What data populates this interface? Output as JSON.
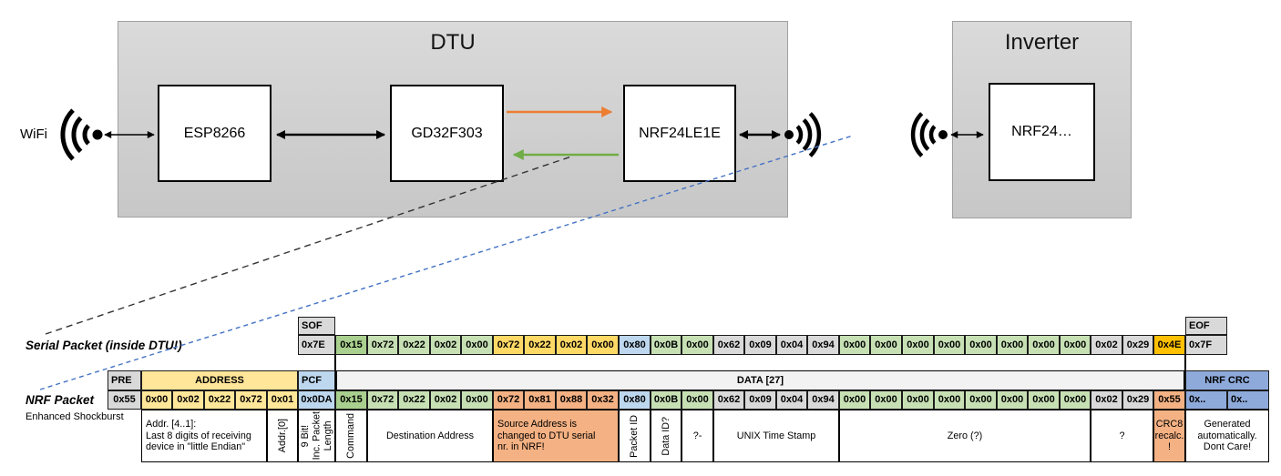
{
  "diagram": {
    "wifi_label": "WiFi",
    "dtu_title": "DTU",
    "esp_label": "ESP8266",
    "gd32_label": "GD32F303",
    "nrf_dtu_label": "NRF24LE1E",
    "inverter_title": "Inverter",
    "nrf_inverter_label": "NRF24…",
    "icons": {
      "wifi_left": "wifi-arcs-with-dot",
      "wifi_dtu_right": "wifi-arcs-with-dot",
      "wifi_inverter": "wifi-arcs-with-dot"
    }
  },
  "colors": {
    "green_dark": "#A9D08E",
    "green_light": "#C6E0B4",
    "gold": "#FFD966",
    "amber": "#FFC000",
    "salmon": "#F4B183",
    "blue_light": "#BDD7EE",
    "blue_dark": "#8EAADB",
    "gray": "#D9D9D9",
    "yellow": "#FFE699",
    "band_gray": "#F2F2F2",
    "arrow_orange": "#ED7D31",
    "arrow_green": "#70AD47",
    "dashed_blue": "#4472C4",
    "dashed_black": "#333333"
  },
  "serial": {
    "label": "Serial Packet (inside DTU!)",
    "sof_header": "SOF",
    "sof_value": "0x7E",
    "eof_header": "EOF",
    "eof_value": "0x7F",
    "bytes": [
      {
        "v": "0x15",
        "c": "gdark"
      },
      {
        "v": "0x72",
        "c": "green"
      },
      {
        "v": "0x22",
        "c": "green"
      },
      {
        "v": "0x02",
        "c": "green"
      },
      {
        "v": "0x00",
        "c": "green"
      },
      {
        "v": "0x72",
        "c": "gold"
      },
      {
        "v": "0x22",
        "c": "gold"
      },
      {
        "v": "0x02",
        "c": "gold"
      },
      {
        "v": "0x00",
        "c": "gold"
      },
      {
        "v": "0x80",
        "c": "blue"
      },
      {
        "v": "0x0B",
        "c": "green"
      },
      {
        "v": "0x00",
        "c": "green"
      },
      {
        "v": "0x62",
        "c": "gray"
      },
      {
        "v": "0x09",
        "c": "gray"
      },
      {
        "v": "0x04",
        "c": "gray"
      },
      {
        "v": "0x94",
        "c": "gray"
      },
      {
        "v": "0x00",
        "c": "green"
      },
      {
        "v": "0x00",
        "c": "green"
      },
      {
        "v": "0x00",
        "c": "green"
      },
      {
        "v": "0x00",
        "c": "green"
      },
      {
        "v": "0x00",
        "c": "green"
      },
      {
        "v": "0x00",
        "c": "green"
      },
      {
        "v": "0x00",
        "c": "green"
      },
      {
        "v": "0x00",
        "c": "green"
      },
      {
        "v": "0x02",
        "c": "gray"
      },
      {
        "v": "0x29",
        "c": "gray"
      },
      {
        "v": "0x4E",
        "c": "amber"
      }
    ]
  },
  "nrf": {
    "label": "NRF Packet",
    "sublabel": "Enhanced Shockburst",
    "pre_header": "PRE",
    "pre_value": "0x55",
    "address_header": "ADDRESS",
    "address_bytes": [
      "0x00",
      "0x02",
      "0x22",
      "0x72",
      "0x01"
    ],
    "pcf_header": "PCF",
    "pcf_value": "0x0DA",
    "data_header": "DATA [27]",
    "crc_header": "NRF CRC",
    "crc_values": [
      "0x..",
      "0x.."
    ],
    "bytes": [
      {
        "v": "0x15",
        "c": "gdark"
      },
      {
        "v": "0x72",
        "c": "green"
      },
      {
        "v": "0x22",
        "c": "green"
      },
      {
        "v": "0x02",
        "c": "green"
      },
      {
        "v": "0x00",
        "c": "green"
      },
      {
        "v": "0x72",
        "c": "salmon"
      },
      {
        "v": "0x81",
        "c": "salmon"
      },
      {
        "v": "0x88",
        "c": "salmon"
      },
      {
        "v": "0x32",
        "c": "salmon"
      },
      {
        "v": "0x80",
        "c": "blue"
      },
      {
        "v": "0x0B",
        "c": "green"
      },
      {
        "v": "0x00",
        "c": "green"
      },
      {
        "v": "0x62",
        "c": "gray"
      },
      {
        "v": "0x09",
        "c": "gray"
      },
      {
        "v": "0x04",
        "c": "gray"
      },
      {
        "v": "0x94",
        "c": "gray"
      },
      {
        "v": "0x00",
        "c": "green"
      },
      {
        "v": "0x00",
        "c": "green"
      },
      {
        "v": "0x00",
        "c": "green"
      },
      {
        "v": "0x00",
        "c": "green"
      },
      {
        "v": "0x00",
        "c": "green"
      },
      {
        "v": "0x00",
        "c": "green"
      },
      {
        "v": "0x00",
        "c": "green"
      },
      {
        "v": "0x00",
        "c": "green"
      },
      {
        "v": "0x02",
        "c": "gray"
      },
      {
        "v": "0x29",
        "c": "gray"
      },
      {
        "v": "0x55",
        "c": "salmon"
      }
    ]
  },
  "annotations": [
    {
      "text": "Addr. [4..1]:\nLast 8 digits of receiving\ndevice in \"little Endian\"",
      "region": "addr",
      "start": 0,
      "span": 4,
      "orient": "h",
      "bg": "white",
      "align": "left"
    },
    {
      "text": "Addr.[0]",
      "region": "addr",
      "start": 4,
      "span": 1,
      "orient": "v",
      "bg": "white"
    },
    {
      "text": "9 Bit!\nInc. Packet\nLength",
      "region": "pcf",
      "start": 0,
      "span": 1,
      "orient": "v",
      "bg": "white"
    },
    {
      "text": "Command",
      "region": "data",
      "start": 0,
      "span": 1,
      "orient": "v",
      "bg": "white"
    },
    {
      "text": "Destination Address",
      "region": "data",
      "start": 1,
      "span": 4,
      "orient": "h",
      "bg": "white",
      "align": "center"
    },
    {
      "text": "Source Address is\nchanged to DTU serial\nnr. in NRF!",
      "region": "data",
      "start": 5,
      "span": 4,
      "orient": "h",
      "bg": "salmon",
      "align": "left"
    },
    {
      "text": "Packet ID",
      "region": "data",
      "start": 9,
      "span": 1,
      "orient": "v",
      "bg": "white"
    },
    {
      "text": "Data ID?",
      "region": "data",
      "start": 10,
      "span": 1,
      "orient": "v",
      "bg": "white"
    },
    {
      "text": "?-",
      "region": "data",
      "start": 11,
      "span": 1,
      "orient": "h",
      "bg": "white",
      "align": "center"
    },
    {
      "text": "UNIX Time Stamp",
      "region": "data",
      "start": 12,
      "span": 4,
      "orient": "h",
      "bg": "white",
      "align": "center"
    },
    {
      "text": "Zero (?)",
      "region": "data",
      "start": 16,
      "span": 8,
      "orient": "h",
      "bg": "white",
      "align": "center"
    },
    {
      "text": "?",
      "region": "data",
      "start": 24,
      "span": 2,
      "orient": "h",
      "bg": "white",
      "align": "center"
    },
    {
      "text": "CRC8\nrecalc.\n!",
      "region": "data",
      "start": 26,
      "span": 1,
      "orient": "h",
      "bg": "salmon",
      "align": "center"
    },
    {
      "text": "Generated\nautomatically.\nDont Care!",
      "region": "crc",
      "start": 0,
      "span": 2,
      "orient": "h",
      "bg": "white",
      "align": "center"
    }
  ]
}
